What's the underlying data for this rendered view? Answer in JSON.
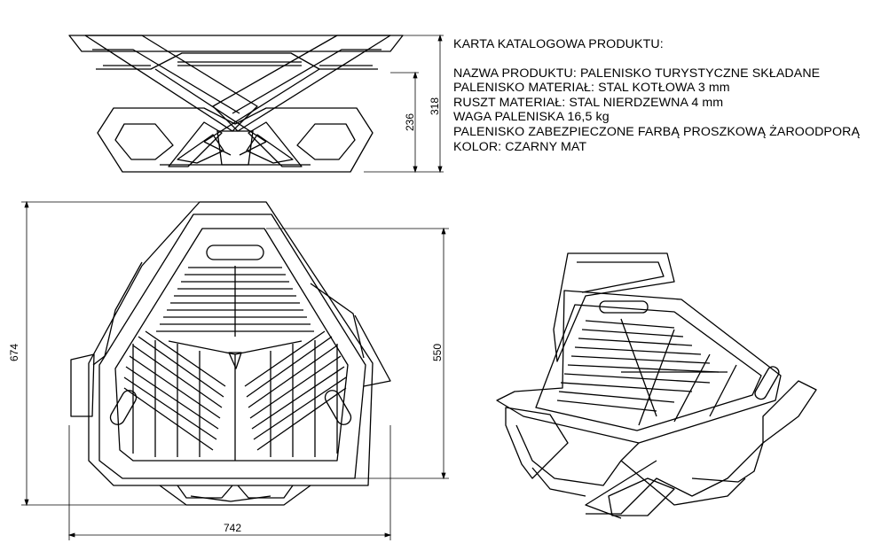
{
  "spec_sheet": {
    "heading": "KARTA KATALOGOWA PRODUKTU:",
    "lines": [
      "NAZWA PRODUKTU: PALENISKO TURYSTYCZNE SKŁADANE",
      "PALENISKO MATERIAŁ: STAL KOTŁOWA 3 mm",
      "RUSZT MATERIAŁ: STAL NIERDZEWNA 4 mm",
      "WAGA PALENISKA 16,5 kg",
      "PALENISKO ZABEZPIECZONE FARBĄ PROSZKOWĄ ŻAROODPORĄ",
      "KOLOR: CZARNY MAT"
    ]
  },
  "dimensions": {
    "side_height_inner": "236",
    "side_height_total": "318",
    "top_depth_total": "674",
    "top_depth_grate": "550",
    "top_width": "742"
  }
}
